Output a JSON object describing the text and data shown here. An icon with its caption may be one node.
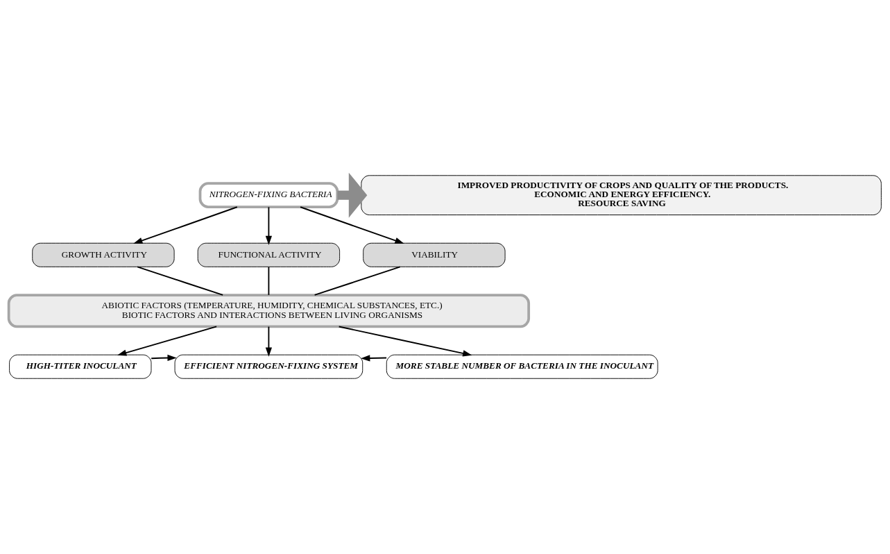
{
  "diagram": {
    "nodes": [
      {
        "text": [
          "NITROGEN-FIXING BACTERIA"
        ]
      },
      {
        "text": [
          "GROWTH ACTIVITY"
        ]
      },
      {
        "text": [
          "FUNCTIONAL ACTIVITY"
        ]
      },
      {
        "text": [
          "VIABILITY"
        ]
      },
      {
        "text": [
          "ABIOTIC FACTORS (TEMPERATURE, HUMIDITY, CHEMICAL SUBSTANCES, ETC.)",
          "BIOTIC FACTORS AND INTERACTIONS BETWEEN LIVING ORGANISMS"
        ]
      },
      {
        "text": [
          "HIGH-TITER INOCULANT"
        ]
      },
      {
        "text": [
          "EFFICIENT NITROGEN-FIXING SYSTEM"
        ]
      },
      {
        "text": [
          "MORE STABLE NUMBER OF BACTERIA IN THE INOCULANT"
        ]
      },
      {
        "text": [
          "IMPROVED PRODUCTIVITY OF CROPS AND QUALITY OF THE PRODUCTS.",
          "ECONOMIC AND ENERGY EFFICIENCY.",
          "RESOURCE SAVING"
        ]
      }
    ],
    "edges": [
      {
        "from": 0,
        "to": 1,
        "arrow": "to"
      },
      {
        "from": 0,
        "to": 2,
        "arrow": "to"
      },
      {
        "from": 0,
        "to": 3,
        "arrow": "to"
      },
      {
        "from": 1,
        "to": 4,
        "arrow": "none"
      },
      {
        "from": 2,
        "to": 4,
        "arrow": "none"
      },
      {
        "from": 3,
        "to": 4,
        "arrow": "none"
      },
      {
        "from": 4,
        "to": 5,
        "arrow": "to"
      },
      {
        "from": 4,
        "to": 6,
        "arrow": "to"
      },
      {
        "from": 4,
        "to": 7,
        "arrow": "to"
      },
      {
        "from": 5,
        "to": 6,
        "arrow": "to"
      },
      {
        "from": 7,
        "to": 6,
        "arrow": "to"
      },
      {
        "from": 0,
        "to": 8,
        "arrow": "to",
        "style": "thick",
        "color": "#8c8c8c"
      }
    ]
  }
}
